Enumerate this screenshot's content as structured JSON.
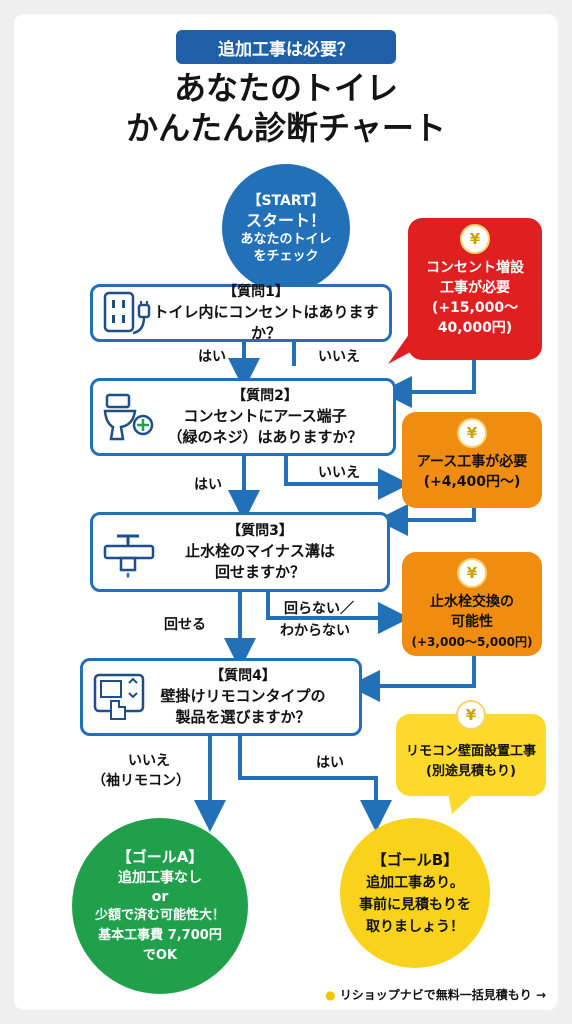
{
  "header": {
    "badge": "追加工事は必要？",
    "title_line1": "あなたのトイレ",
    "title_line2": "かんたん診断チャート"
  },
  "start": {
    "label": "【START】",
    "title": "スタート！",
    "line1": "あなたのトイレ",
    "line2": "をチェック"
  },
  "questions": [
    {
      "title": "【質問1】",
      "line1": "トイレ内にコンセントはありますか？",
      "line2": "",
      "icon": "outlet-plug-icon"
    },
    {
      "title": "【質問2】",
      "line1": "コンセントにアース端子",
      "line2": "（緑のネジ）はありますか？",
      "icon": "toilet-outlet-icon"
    },
    {
      "title": "【質問3】",
      "line1": "止水栓のマイナス溝は",
      "line2": "回せますか？",
      "icon": "faucet-valve-icon"
    },
    {
      "title": "【質問4】",
      "line1": "壁掛けリモコンタイプの",
      "line2": "製品を選びますか？",
      "icon": "remote-hand-icon"
    }
  ],
  "notes": [
    {
      "coin": "¥",
      "line1": "コンセント増設",
      "line2": "工事が必要",
      "line3": "(+15,000〜",
      "line4": "40,000円)",
      "color": "#e02020"
    },
    {
      "coin": "¥",
      "line1": "アース工事が必要",
      "line2": "(+4,400円〜)",
      "color": "#f08c10"
    },
    {
      "coin": "¥",
      "line1": "止水栓交換の",
      "line2": "可能性",
      "line3": "(+3,000〜5,000円)",
      "color": "#f08c10"
    },
    {
      "coin": "¥",
      "line1": "リモコン壁面設置工事",
      "line2": "(別途見積もり)",
      "color": "#fcd92a"
    }
  ],
  "labels": {
    "q1_yes": "はい",
    "q1_no": "いいえ",
    "q2_yes": "はい",
    "q2_no": "いいえ",
    "q3_yes": "回せる",
    "q3_no1": "回らない／",
    "q3_no2": "わからない",
    "q4_no1": "いいえ",
    "q4_no2": "（袖リモコン）",
    "q4_yes": "はい"
  },
  "goals": [
    {
      "title": "【ゴールA】",
      "line1": "追加工事なし",
      "line2": "or",
      "line3": "少額で済む可能性大！",
      "line4": "基本工事費 7,700円",
      "line5": "でOK",
      "color": "#21a04c"
    },
    {
      "title": "【ゴールB】",
      "line1": "追加工事あり。",
      "line2": "事前に見積もりを",
      "line3": "取りましょう！",
      "color": "#f9d21c"
    }
  ],
  "footer": {
    "icon": "lightbulb-icon",
    "text": "リショップナビで無料一括見積もり →"
  },
  "colors": {
    "blue": "#2270b8",
    "navy": "#1f5fa8",
    "red": "#e02020",
    "orange": "#f08c10",
    "yellow": "#fcd92a",
    "green": "#21a04c"
  }
}
